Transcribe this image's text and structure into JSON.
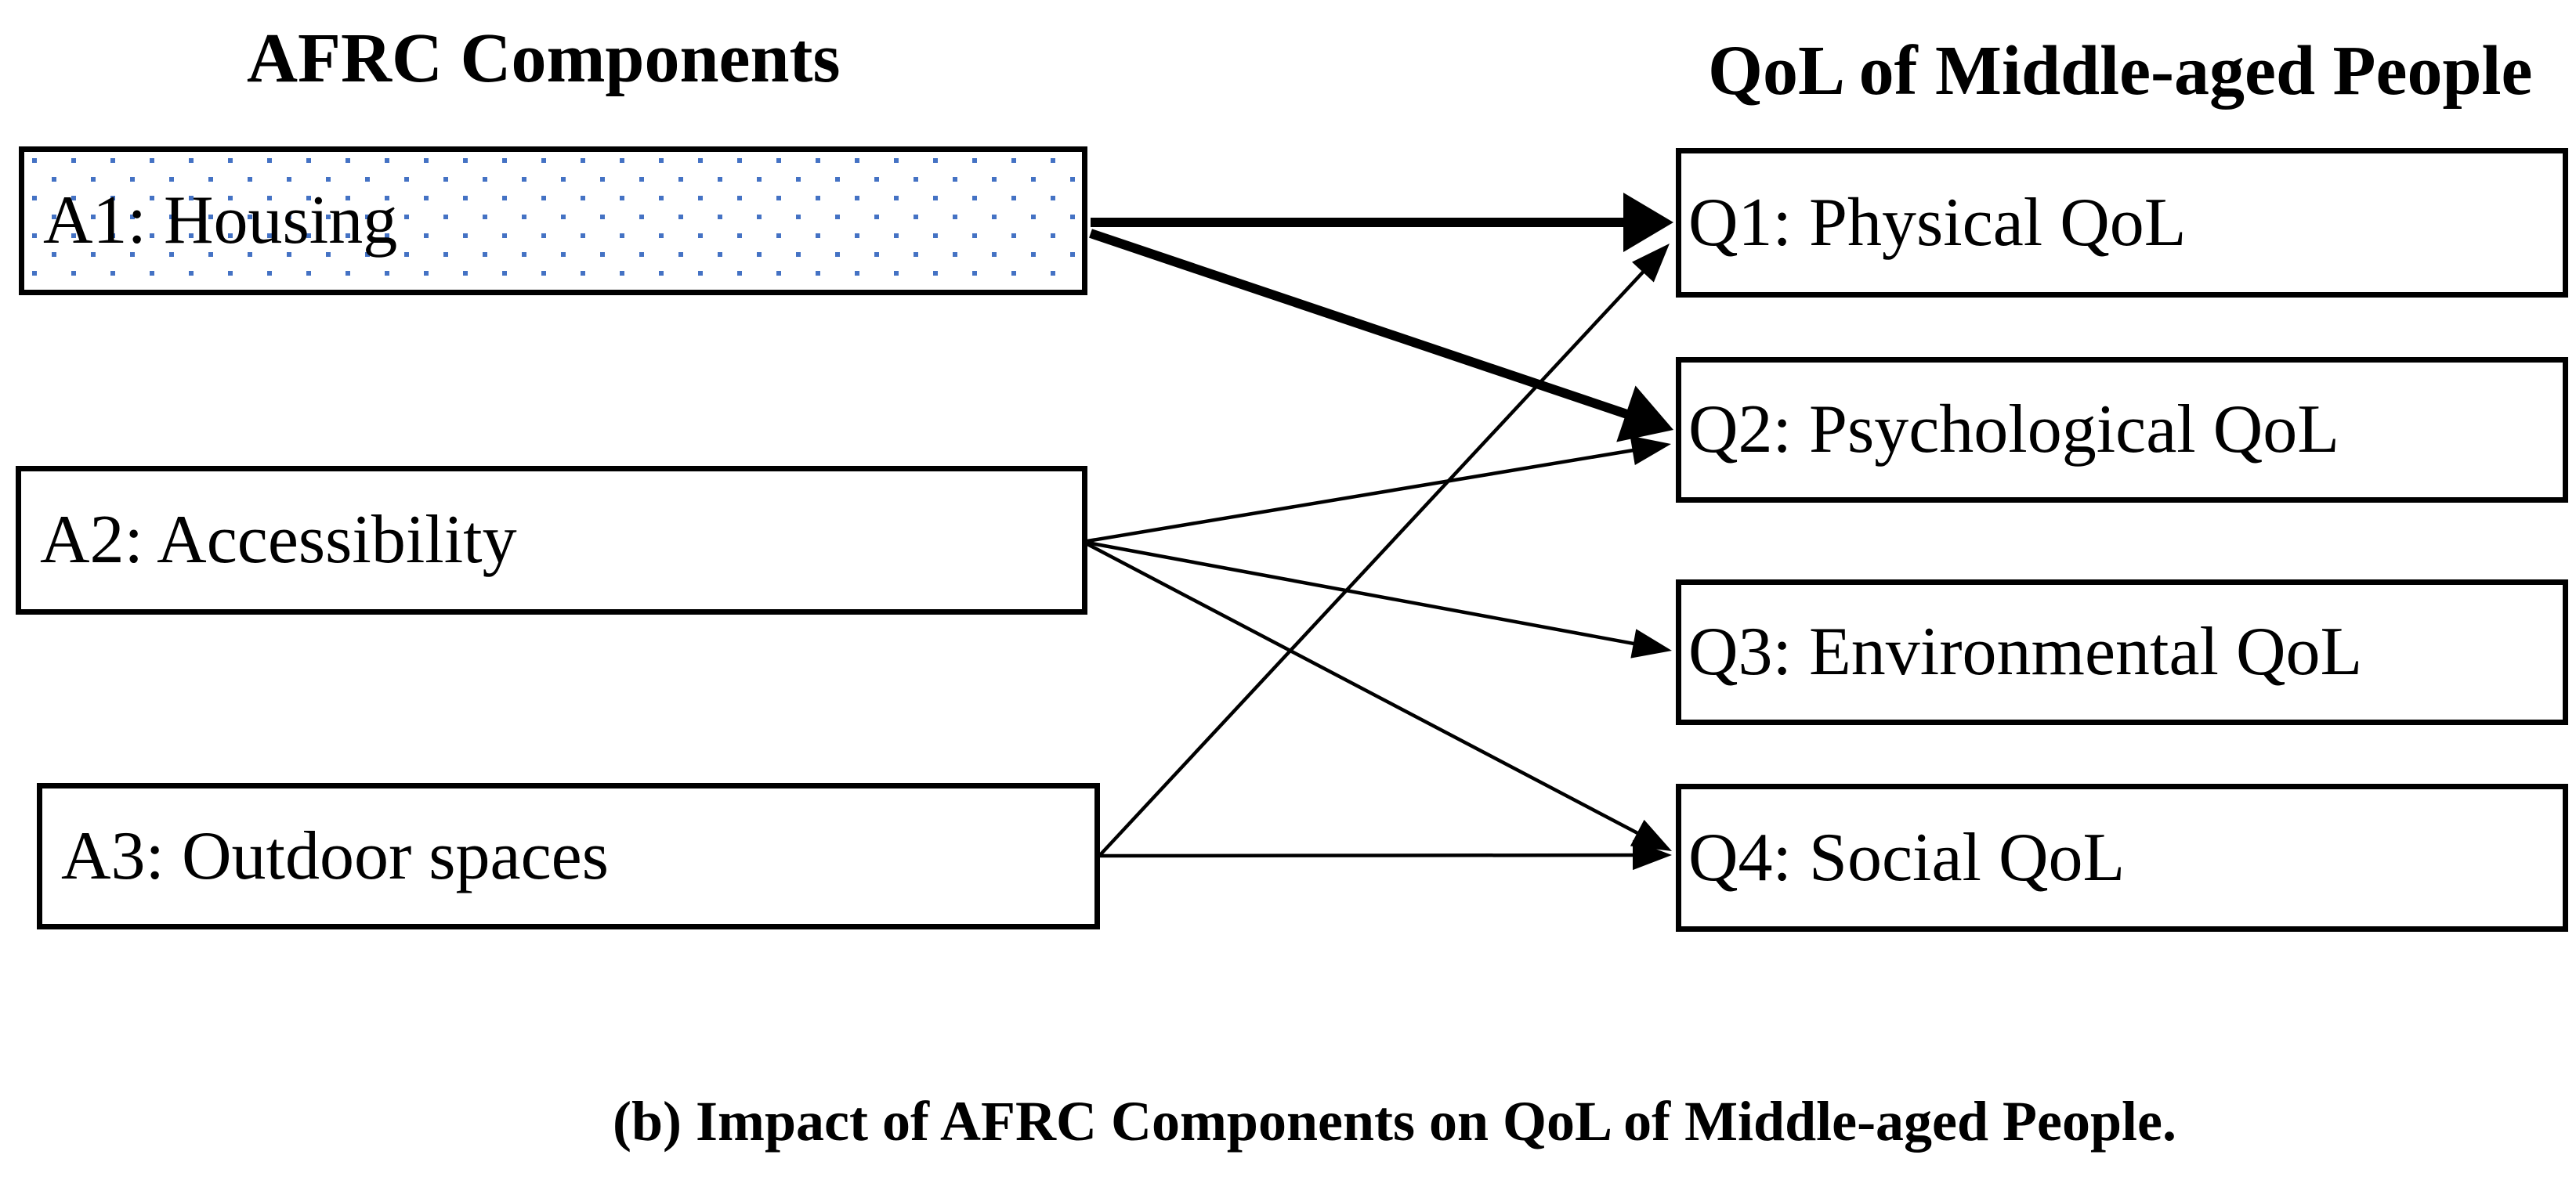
{
  "figure": {
    "headers": {
      "left": "AFRC Components",
      "right": "QoL of Middle-aged People"
    },
    "boxes": {
      "left": [
        {
          "id": "A1",
          "label": "A1: Housing",
          "fill": "blue-dotted"
        },
        {
          "id": "A2",
          "label": "A2: Accessibility",
          "fill": "plain"
        },
        {
          "id": "A3",
          "label": "A3: Outdoor spaces",
          "fill": "plain"
        }
      ],
      "right": [
        {
          "id": "Q1",
          "label": "Q1: Physical QoL"
        },
        {
          "id": "Q2",
          "label": "Q2: Psychological QoL"
        },
        {
          "id": "Q3",
          "label": "Q3: Environmental QoL"
        },
        {
          "id": "Q4",
          "label": "Q4: Social QoL"
        }
      ]
    },
    "arrows": [
      {
        "from": "A1",
        "to": "Q1",
        "weight": "thick"
      },
      {
        "from": "A1",
        "to": "Q2",
        "weight": "thick"
      },
      {
        "from": "A2",
        "to": "Q2",
        "weight": "thin"
      },
      {
        "from": "A2",
        "to": "Q3",
        "weight": "thin"
      },
      {
        "from": "A2",
        "to": "Q4",
        "weight": "thin"
      },
      {
        "from": "A3",
        "to": "Q1",
        "weight": "thin"
      },
      {
        "from": "A3",
        "to": "Q4",
        "weight": "thin"
      }
    ],
    "caption": "(b) Impact of AFRC Components on QoL of Middle-aged People.",
    "colors": {
      "background": "#ffffff",
      "line": "#000000",
      "box_border": "#000000",
      "text": "#000000",
      "dot_blue": "#4472c4"
    }
  }
}
